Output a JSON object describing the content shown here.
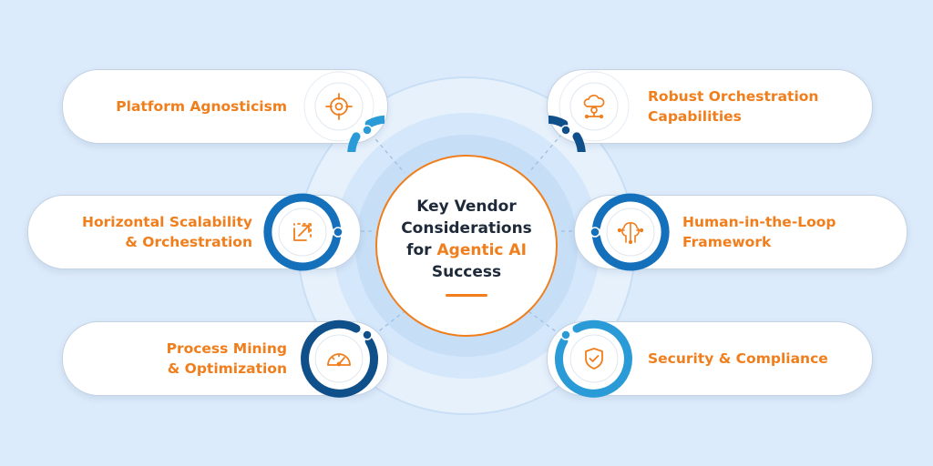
{
  "center": {
    "line1": "Key Vendor",
    "line2": "Considerations",
    "line3_prefix": "for ",
    "line3_highlight": "Agentic AI",
    "line4": "Success"
  },
  "items": [
    {
      "id": "platform-agnosticism",
      "side": "left",
      "lines": [
        "Platform Agnosticism"
      ],
      "icon": "crosshair-icon",
      "ring_color": "#2a9bd6"
    },
    {
      "id": "horizontal-scalability",
      "side": "left",
      "lines": [
        "Horizontal Scalability",
        "& Orchestration"
      ],
      "icon": "scale-arrow-icon",
      "ring_color": "#1570bb"
    },
    {
      "id": "process-mining",
      "side": "left",
      "lines": [
        "Process Mining",
        "& Optimization"
      ],
      "icon": "speedometer-icon",
      "ring_color": "#0f4f8a"
    },
    {
      "id": "robust-orchestration",
      "side": "right",
      "lines": [
        "Robust Orchestration",
        "Capabilities"
      ],
      "icon": "cloud-network-icon",
      "ring_color": "#0f4f8a"
    },
    {
      "id": "human-in-the-loop",
      "side": "right",
      "lines": [
        "Human-in-the-Loop",
        "Framework"
      ],
      "icon": "brain-circuit-icon",
      "ring_color": "#1570bb"
    },
    {
      "id": "security-compliance",
      "side": "right",
      "lines": [
        "Security & Compliance"
      ],
      "icon": "shield-check-icon",
      "ring_color": "#2a9bd6"
    }
  ],
  "colors": {
    "accent": "#f07e1c",
    "background": "#dcebfb",
    "text_dark": "#1e2a3a"
  }
}
